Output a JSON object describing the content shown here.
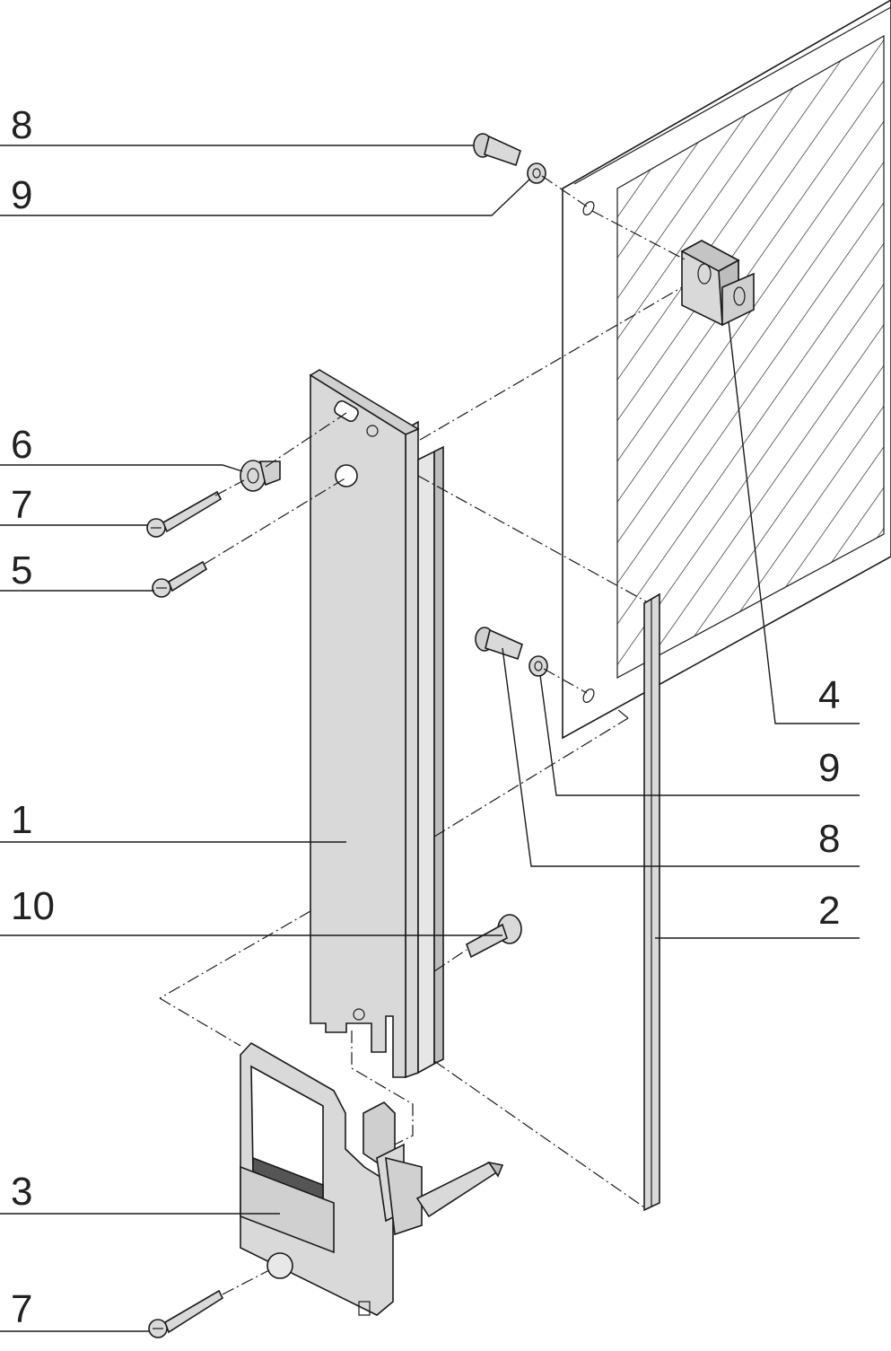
{
  "callouts": {
    "left_8": "8",
    "left_9": "9",
    "left_6": "6",
    "left_7_top": "7",
    "left_5": "5",
    "left_1": "1",
    "left_10": "10",
    "left_3": "3",
    "left_7_bottom": "7",
    "right_4": "4",
    "right_9": "9",
    "right_8": "8",
    "right_2": "2"
  },
  "colors": {
    "part_fill": "#d9d9d9",
    "part_shade": "#bdbdbd",
    "grip_dark": "#555555",
    "line": "#1a1a1a"
  }
}
